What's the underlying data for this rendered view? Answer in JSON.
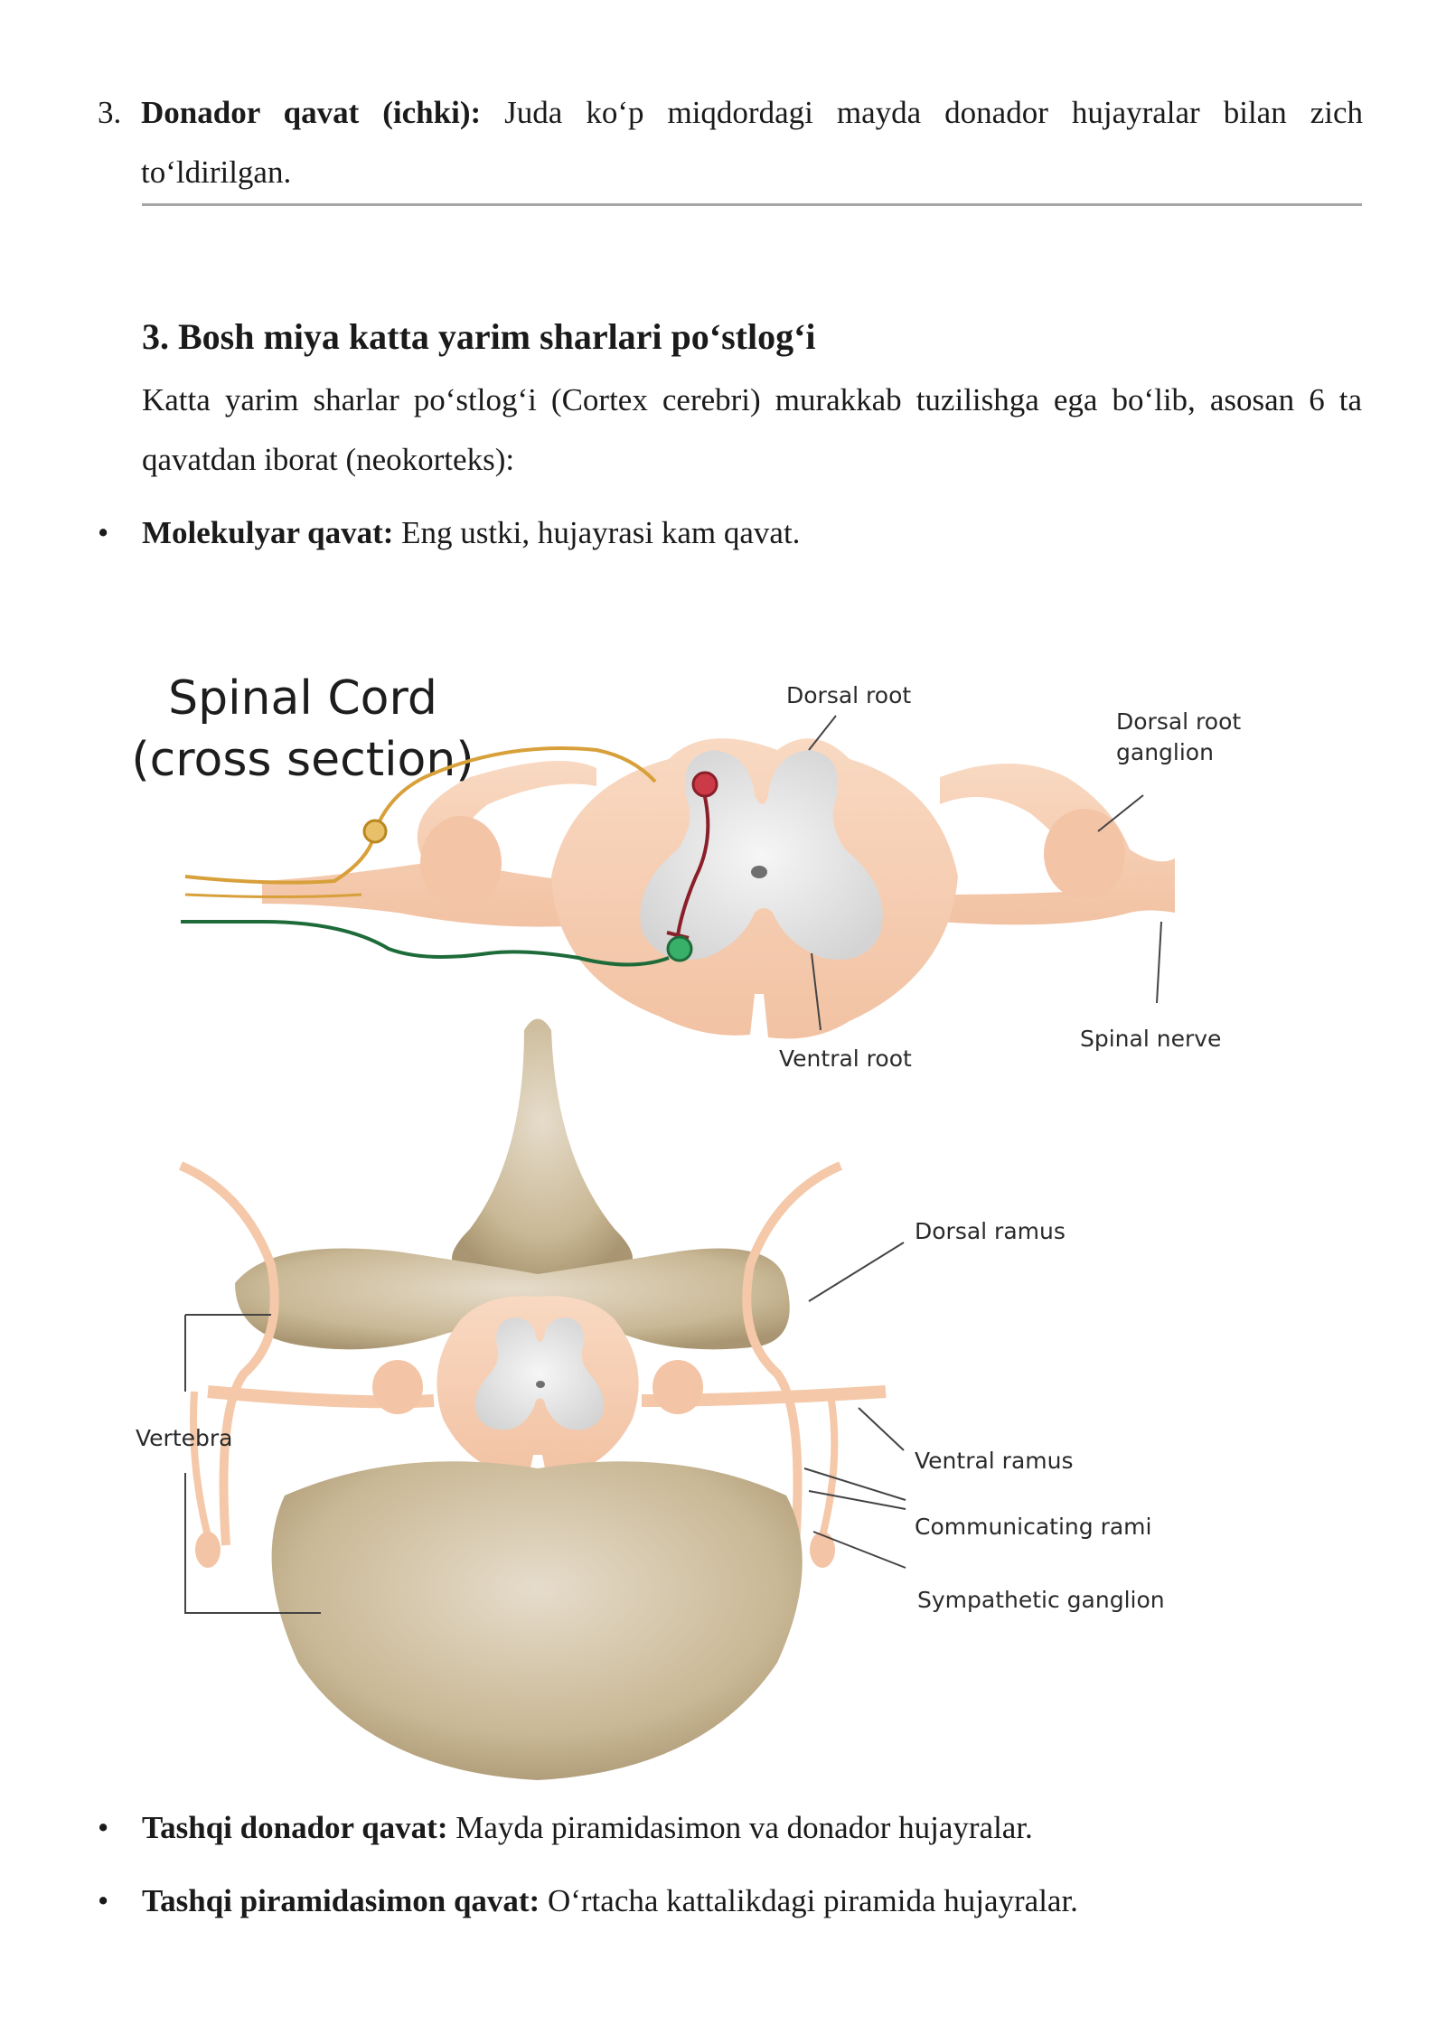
{
  "section_top": {
    "number": "3.",
    "bold_term": "Donador qavat (ichki):",
    "text": " Juda koʻp miqdordagi mayda donador hujayralar bilan zich toʻldirilgan."
  },
  "section": {
    "heading": "3. Bosh miya katta yarim sharlari poʻstlogʻi",
    "paragraph": "Katta yarim sharlar poʻstlogʻi (Cortex cerebri) murakkab tuzilishga ega boʻlib, asosan 6 ta qavatdan iborat (neokorteks):"
  },
  "bullets": [
    {
      "bold": "Molekulyar qavat:",
      "text": " Eng ustki, hujayrasi kam qavat."
    },
    {
      "bold": "Tashqi donador qavat:",
      "text": " Mayda piramidasimon va donador hujayralar."
    },
    {
      "bold": "Tashqi piramidasimon qavat:",
      "text": " Oʻrtacha kattalikdagi piramida hujayralar."
    }
  ],
  "bullet_glyph": "•",
  "figure": {
    "title_line1": "Spinal Cord",
    "title_line2": "(cross section)",
    "labels": {
      "dorsal_root": "Dorsal root",
      "dorsal_root_ganglion_1": "Dorsal root",
      "dorsal_root_ganglion_2": "ganglion",
      "ventral_root": "Ventral root",
      "spinal_nerve": "Spinal nerve",
      "dorsal_ramus": "Dorsal ramus",
      "vertebra": "Vertebra",
      "ventral_ramus": "Ventral ramus",
      "communicating_rami": "Communicating rami",
      "sympathetic_ganglion": "Sympathetic ganglion"
    },
    "colors": {
      "cord": "#f6cdb0",
      "grey_matter": "#e4e4e4",
      "bone": "#c4b190",
      "sensory_nerve": "#d8a03a",
      "motor_nerve": "#1e6b3a",
      "interneuron": "#8a1f2a"
    }
  }
}
